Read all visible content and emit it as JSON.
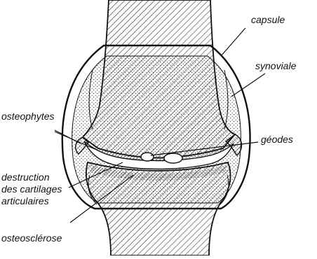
{
  "labels": {
    "capsule": "capsule",
    "synoviale": "synoviale",
    "geodes": "géodes",
    "osteophytes": "osteophytes",
    "destruction_1": "destruction",
    "destruction_2": "des cartilages",
    "destruction_3": "articulaires",
    "osteosclerose": "osteosclérose"
  },
  "colors": {
    "ink": "#111111",
    "paper": "#ffffff"
  }
}
